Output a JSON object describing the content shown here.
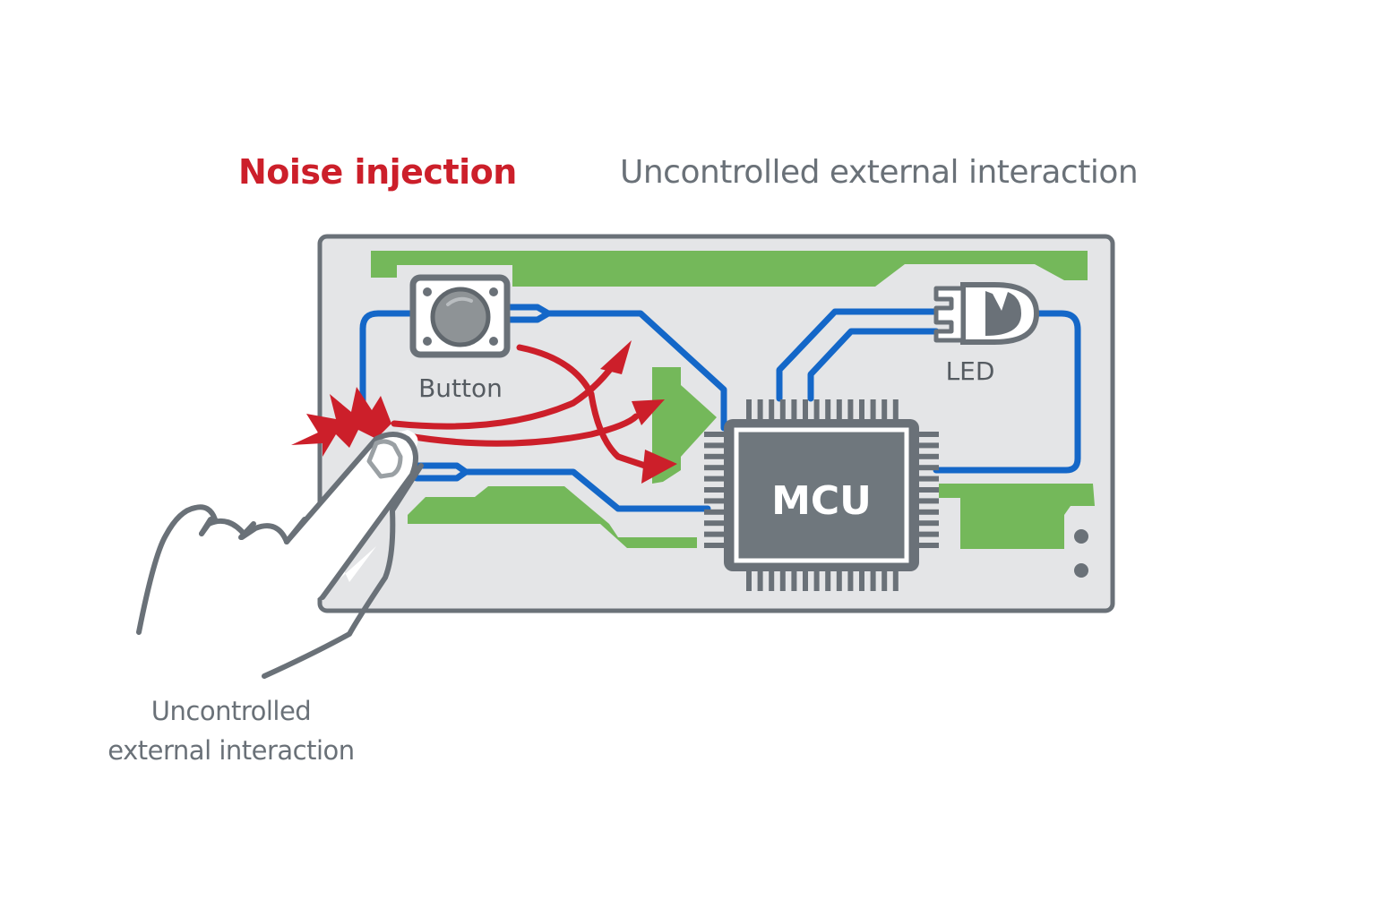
{
  "diagram": {
    "title_left": "Noise injection",
    "title_right": "Uncontrolled external interaction",
    "caption_line1": "Uncontrolled",
    "caption_line2": "external interaction",
    "components": {
      "button_label": "Button",
      "led_label": "LED",
      "mcu_label": "MCU"
    },
    "icons": {
      "hand": "pointing-hand-icon",
      "spark": "spark-burst-icon",
      "noise_arrows": "noise-arrow-icon"
    },
    "colors": {
      "accent_red": "#cc1f2a",
      "trace_blue": "#1467c8",
      "copper_green": "#74b85a",
      "board_grey": "#e4e5e7",
      "outline_grey": "#6a7178",
      "chip_grey": "#6f777d"
    }
  }
}
